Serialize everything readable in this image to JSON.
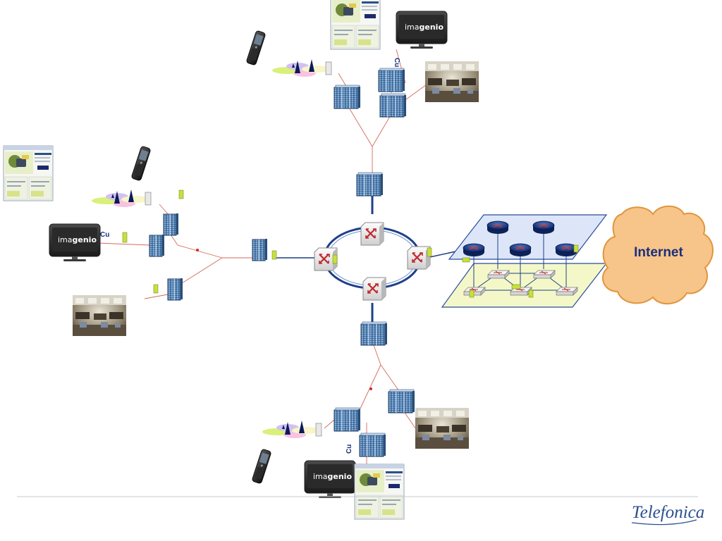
{
  "tv": {
    "brand_light": "ima",
    "brand_bold": "genio"
  },
  "links": {
    "copper_label": "Cu"
  },
  "cloud": {
    "label": "Internet"
  },
  "logo": {
    "text": "Telefonica"
  },
  "colors": {
    "link_line": "#d46a5a",
    "ring": "#1e3f8a",
    "plane_top": "#dde6f8",
    "plane_bottom": "#f4f8c8",
    "cloud_fill": "#f7c48a",
    "cloud_stroke": "#e2953c",
    "accent_text": "#1a2f7a"
  },
  "icons": {
    "tv": "tv-icon",
    "phone": "mobile-phone-icon",
    "computer": "desktop-screen-icon",
    "office": "office-photo-icon",
    "node": "network-rack-icon",
    "switch": "switch-icon",
    "router": "router-icon",
    "wireless": "wireless-antenna-icon",
    "cloud": "internet-cloud-icon",
    "logo": "telefonica-logo"
  }
}
